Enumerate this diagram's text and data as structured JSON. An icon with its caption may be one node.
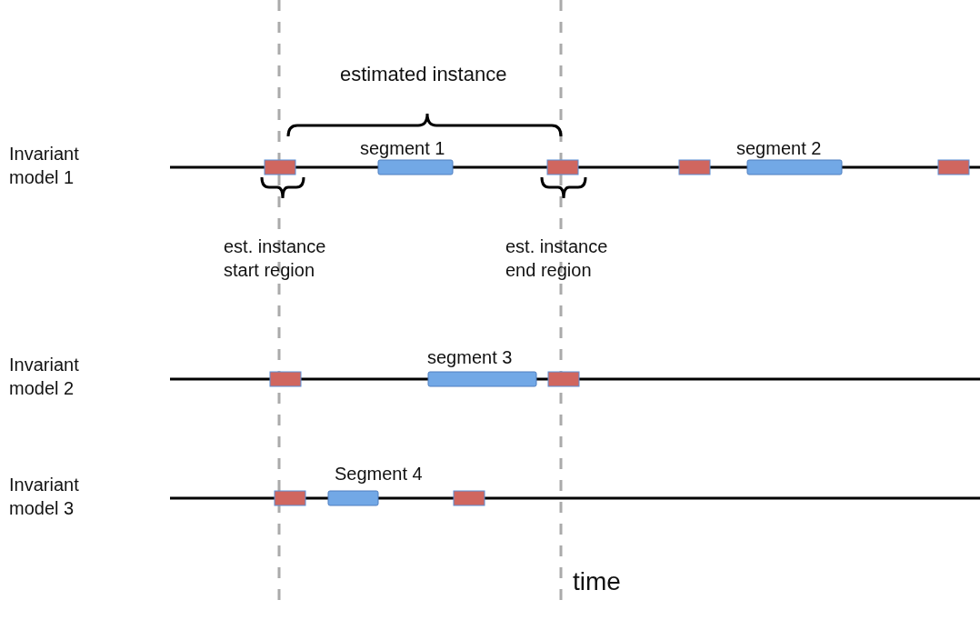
{
  "diagram": {
    "labels": [
      "estimated instance",
      "Invariant model 1",
      "segment 1",
      "segment 2",
      "est. instance start region",
      "est. instance end region",
      "Invariant model 2",
      "segment 3",
      "Invariant model 3",
      "Segment 4",
      "time"
    ]
  }
}
